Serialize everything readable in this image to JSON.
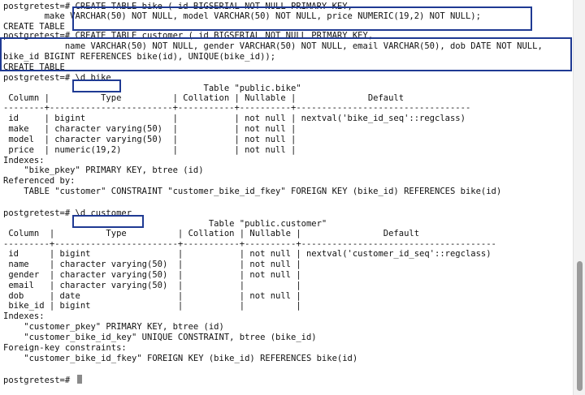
{
  "colors": {
    "highlight": "#1f3a93",
    "background": "#ffffff",
    "text": "#111111",
    "cursor": "#8a8a8a"
  },
  "lines": [
    "postgretest=# CREATE TABLE bike ( id BIGSERIAL NOT NULL PRIMARY KEY,",
    "        make VARCHAR(50) NOT NULL, model VARCHAR(50) NOT NULL, price NUMERIC(19,2) NOT NULL);",
    "CREATE TABLE",
    "postgretest=# CREATE TABLE customer ( id BIGSERIAL NOT NULL PRIMARY KEY,",
    "            name VARCHAR(50) NOT NULL, gender VARCHAR(50) NOT NULL, email VARCHAR(50), dob DATE NOT NULL,",
    "bike_id BIGINT REFERENCES bike(id), UNIQUE(bike_id));",
    "CREATE TABLE",
    "postgretest=# \\d bike",
    "                                       Table \"public.bike\"",
    " Column |          Type          | Collation | Nullable |              Default",
    "--------+------------------------+-----------+----------+----------------------------------",
    " id     | bigint                 |           | not null | nextval('bike_id_seq'::regclass)",
    " make   | character varying(50)  |           | not null |",
    " model  | character varying(50)  |           | not null |",
    " price  | numeric(19,2)          |           | not null |",
    "Indexes:",
    "    \"bike_pkey\" PRIMARY KEY, btree (id)",
    "Referenced by:",
    "    TABLE \"customer\" CONSTRAINT \"customer_bike_id_fkey\" FOREIGN KEY (bike_id) REFERENCES bike(id)",
    "",
    "postgretest=# \\d customer",
    "                                        Table \"public.customer\"",
    " Column  |          Type          | Collation | Nullable |                Default",
    "---------+------------------------+-----------+----------+--------------------------------------",
    " id      | bigint                 |           | not null | nextval('customer_id_seq'::regclass)",
    " name    | character varying(50)  |           | not null |",
    " gender  | character varying(50)  |           | not null |",
    " email   | character varying(50)  |           |          |",
    " dob     | date                   |           | not null |",
    " bike_id | bigint                 |           |          |",
    "Indexes:",
    "    \"customer_pkey\" PRIMARY KEY, btree (id)",
    "    \"customer_bike_id_key\" UNIQUE CONSTRAINT, btree (bike_id)",
    "Foreign-key constraints:",
    "    \"customer_bike_id_fkey\" FOREIGN KEY (bike_id) REFERENCES bike(id)",
    "",
    "postgretest=# "
  ]
}
